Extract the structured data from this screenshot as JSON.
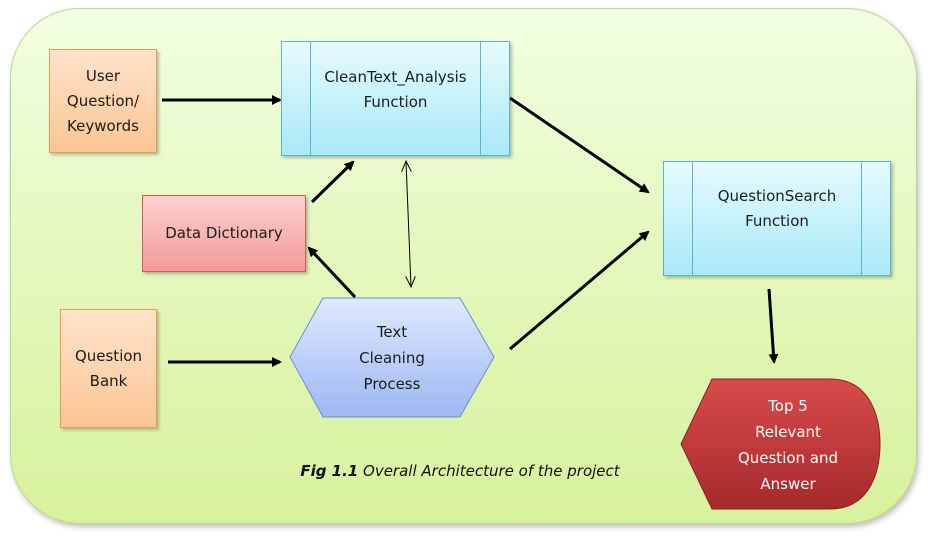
{
  "diagram": {
    "nodes": {
      "user_question": {
        "label": "User\nQuestion/\nKeywords"
      },
      "data_dictionary": {
        "label": "Data Dictionary"
      },
      "question_bank": {
        "label": "Question\nBank"
      },
      "clean_text_analysis": {
        "label": "CleanText_Analysis\nFunction"
      },
      "question_search": {
        "label": "QuestionSearch\nFunction"
      },
      "text_cleaning": {
        "label": "Text\nCleaning\nProcess"
      },
      "top5": {
        "label": "Top 5\nRelevant\nQuestion and\nAnswer"
      }
    },
    "caption": {
      "prefix": "Fig 1.1",
      "text": " Overall Architecture of the project"
    }
  },
  "colors": {
    "panel_green": "#e4f8bf",
    "process_orange": "#fbc593",
    "dictionary_pink": "#f19a9a",
    "function_cyan": "#a9e9f7",
    "hexagon_blue": "#a8c0f5",
    "output_red": "#c0393b"
  }
}
